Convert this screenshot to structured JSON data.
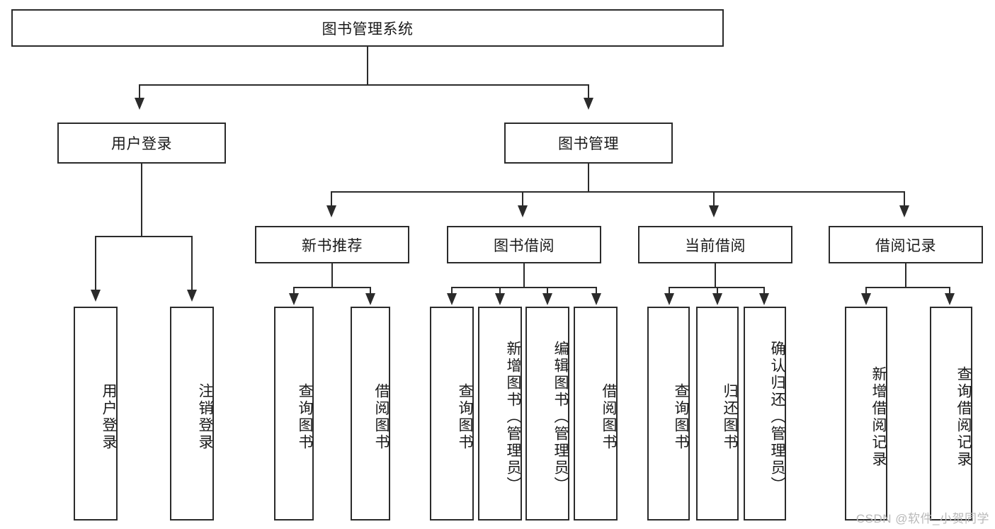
{
  "diagram": {
    "title": "图书管理系统",
    "root": {
      "label": "图书管理系统"
    },
    "level2": [
      {
        "label": "用户登录"
      },
      {
        "label": "图书管理"
      }
    ],
    "level3": [
      {
        "label": "新书推荐"
      },
      {
        "label": "图书借阅"
      },
      {
        "label": "当前借阅"
      },
      {
        "label": "借阅记录"
      }
    ],
    "leaves": {
      "user_login": [
        {
          "label": "用户登录"
        },
        {
          "label": "注销登录"
        }
      ],
      "new_book_recommend": [
        {
          "label": "查询图书"
        },
        {
          "label": "借阅图书"
        }
      ],
      "book_borrow": [
        {
          "label": "查询图书"
        },
        {
          "label": "新增图书（管理员）"
        },
        {
          "label": "编辑图书（管理员）"
        },
        {
          "label": "借阅图书"
        }
      ],
      "current_borrow": [
        {
          "label": "查询图书"
        },
        {
          "label": "归还图书"
        },
        {
          "label": "确认归还（管理员）"
        }
      ],
      "borrow_record": [
        {
          "label": "新增借阅记录"
        },
        {
          "label": "查询借阅记录"
        }
      ]
    }
  },
  "watermark": {
    "text": "CSDN @软件_小贺同学"
  },
  "colors": {
    "line": "#2b2b2b",
    "box_fill": "#ffffff",
    "text": "#1a1a1a",
    "watermark": "#b9b9b9",
    "background": "#ffffff"
  }
}
